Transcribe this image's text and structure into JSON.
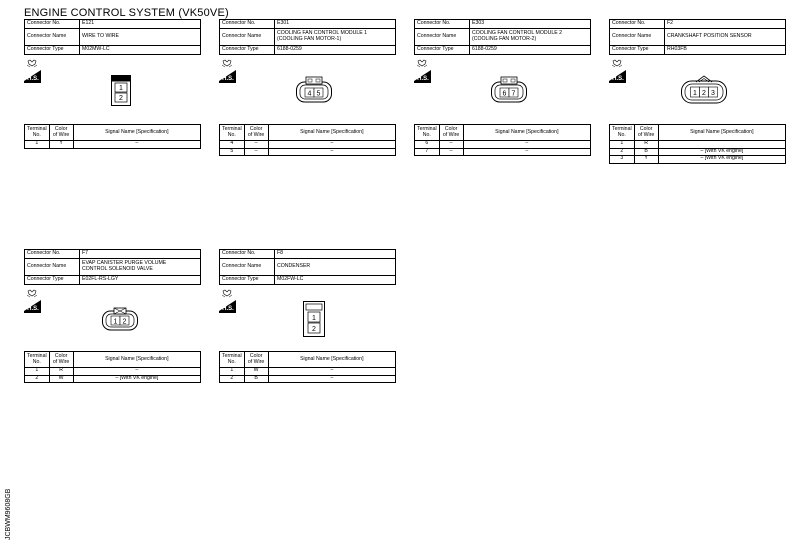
{
  "title": "ENGINE CONTROL SYSTEM (VK50VE)",
  "side_code": "JCBWM9608GB",
  "hs_label": "H.S.",
  "labels": {
    "connector_no": "Connector No.",
    "connector_name": "Connector Name",
    "connector_type": "Connector Type",
    "col_terminal_1": "Terminal",
    "col_terminal_2": "No.",
    "col_color_1": "Color",
    "col_color_2": "of Wire",
    "col_signal": "Signal Name [Specification]"
  },
  "connectors": [
    {
      "no": "E121",
      "name_1": "WIRE TO WIRE",
      "name_2": "",
      "type": "M02MW-LC",
      "pins": [
        "1",
        "2"
      ],
      "rows": [
        {
          "t": "1",
          "c": "Y",
          "s": "–"
        }
      ]
    },
    {
      "no": "E301",
      "name_1": "COOLING FAN CONTROL MODULE 1",
      "name_2": "(COOLING FAN MOTOR-1)",
      "type": "6188-0259",
      "pins": [
        "4",
        "5"
      ],
      "rows": [
        {
          "t": "4",
          "c": "–",
          "s": "–"
        },
        {
          "t": "5",
          "c": "–",
          "s": "–"
        }
      ]
    },
    {
      "no": "E303",
      "name_1": "COOLING FAN CONTROL MODULE 2",
      "name_2": "(COOLING FAN MOTOR-2)",
      "type": "6188-0259",
      "pins": [
        "6",
        "7"
      ],
      "rows": [
        {
          "t": "6",
          "c": "–",
          "s": "–"
        },
        {
          "t": "7",
          "c": "–",
          "s": "–"
        }
      ]
    },
    {
      "no": "F2",
      "name_1": "CRANKSHAFT POSITION SENSOR",
      "name_2": "",
      "type": "RH03FB",
      "pins": [
        "1",
        "2",
        "3"
      ],
      "rows": [
        {
          "t": "1",
          "c": "R",
          "s": ""
        },
        {
          "t": "2",
          "c": "B",
          "s": "– [With VK engine]"
        },
        {
          "t": "3",
          "c": "Y",
          "s": "– [With VK engine]"
        }
      ]
    },
    {
      "no": "F7",
      "name_1": "EVAP CANISTER PURGE VOLUME",
      "name_2": "CONTROL SOLENOID VALVE",
      "type": "E02FL-RS-LGY",
      "pins": [
        "1",
        "2"
      ],
      "rows": [
        {
          "t": "1",
          "c": "R",
          "s": "–"
        },
        {
          "t": "2",
          "c": "W",
          "s": "– [With VK engine]"
        }
      ]
    },
    {
      "no": "F8",
      "name_1": "CONDENSER",
      "name_2": "",
      "type": "M02FW-LC",
      "pins": [
        "1",
        "2"
      ],
      "rows": [
        {
          "t": "1",
          "c": "W",
          "s": "–"
        },
        {
          "t": "2",
          "c": "B",
          "s": "–"
        }
      ]
    }
  ]
}
